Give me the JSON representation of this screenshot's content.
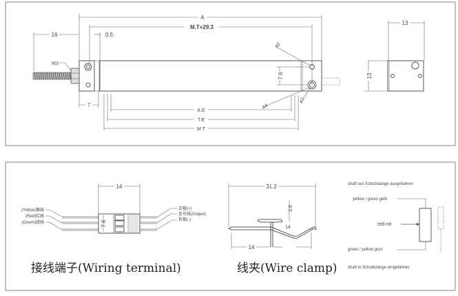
{
  "top_view": {
    "dims": {
      "A": "A",
      "MT_plus": "M.T+29.3",
      "d16": "16",
      "d05": "0.5",
      "M3": "M3",
      "d7": "7",
      "AE": "A.E",
      "TE": "T.E",
      "MT": "M T",
      "phi2_top": "ø2",
      "d76": "7.6",
      "phi4": "ø4",
      "phi2_bot": "ø2",
      "side_w": "13",
      "side_h": "13"
    }
  },
  "wiring": {
    "left_labels": [
      "(Yellow)黄线",
      "(Red)红线",
      "(Green)绿线"
    ],
    "right_labels": [
      "正极(+)",
      "信号线(Output)",
      "负极(-)"
    ],
    "dim_w": "14",
    "dim_h": "7.6",
    "title": "接线端子(Wiring terminal)"
  },
  "clamp": {
    "dim_w": "31.2",
    "dim_h1": "2.6",
    "dim_h2": "14",
    "dim_bottom": "14",
    "title": "线夹(Wire clamp)"
  },
  "schematic": {
    "shaft_out": "shaft out Schubstange ausgefahren",
    "yellow": "yellow / green gelb",
    "red": "red rot",
    "green": "green / yellow  grun",
    "shaft_in": "shaft in Schubstange eingefahren"
  }
}
